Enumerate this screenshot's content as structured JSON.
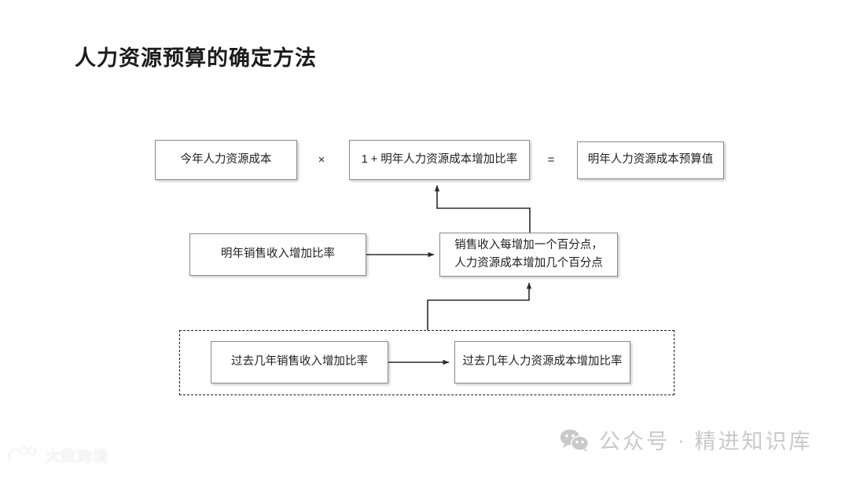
{
  "slide": {
    "title": "人力资源预算的确定方法",
    "background_color": "#ffffff"
  },
  "formula_row": {
    "cost_this_year_box": "今年人力资源成本",
    "multiply_symbol": "×",
    "growth_factor_box": "1 + 明年人力资源成本增加比率",
    "equals_symbol": "=",
    "budget_box": "明年人力资源成本预算值"
  },
  "driver_row": {
    "sales_growth_box": "明年销售收入增加比率",
    "elasticity_box_line1": "销售收入每增加一个百分点，",
    "elasticity_box_line2": "人力资源成本增加几个百分点"
  },
  "history_group": {
    "past_sales_growth_box": "过去几年销售收入增加比率",
    "past_cost_growth_box": "过去几年人力资源成本增加比率",
    "border_style": "dashed"
  },
  "watermarks": {
    "wechat_icon": "wechat-icon",
    "wechat_text": "公众号 · 精进知识库",
    "wechat_color": "#c9c9c9",
    "brand_icon": "brand-logo-icon",
    "brand_text": "大数跨境"
  },
  "style": {
    "box_border_color": "#8a8a8a",
    "connector_color": "#2b2b2b",
    "dashed_border_color": "#1c1c1c",
    "text_color": "#1f1f1f"
  }
}
